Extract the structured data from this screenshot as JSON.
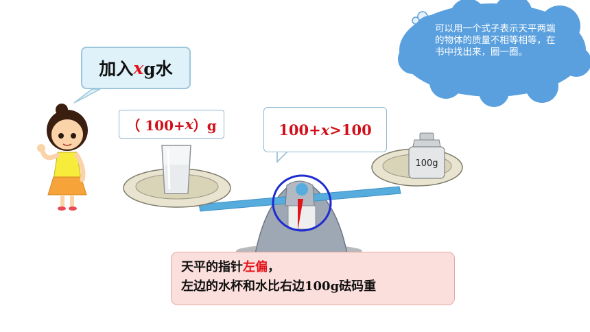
{
  "girl_bubble": {
    "prefix": "加入",
    "var": "x",
    "suffix": "g水"
  },
  "left_pan_label": {
    "open": "（ 100+",
    "var": "x",
    "close": "）g"
  },
  "inequality": {
    "left": "100+ ",
    "var": "x",
    "right": ">100"
  },
  "weight_label": "100g",
  "cloud_note": "可以用一个式子表示天平两端的物体的质量不相等相等，在书中找出来，圈一圈。",
  "conclusion": {
    "line1_prefix": "天平的指针",
    "line1_highlight": "左偏",
    "line1_suffix": "，",
    "line2": "左边的水杯和水比右边100g砝码重"
  },
  "colors": {
    "highlight_red": "#e2141b",
    "cloud_blue": "#5aa0de",
    "beam_blue": "#56acdc",
    "circle_blue": "#1d2bd1",
    "info_bg": "#fbdfdc"
  }
}
